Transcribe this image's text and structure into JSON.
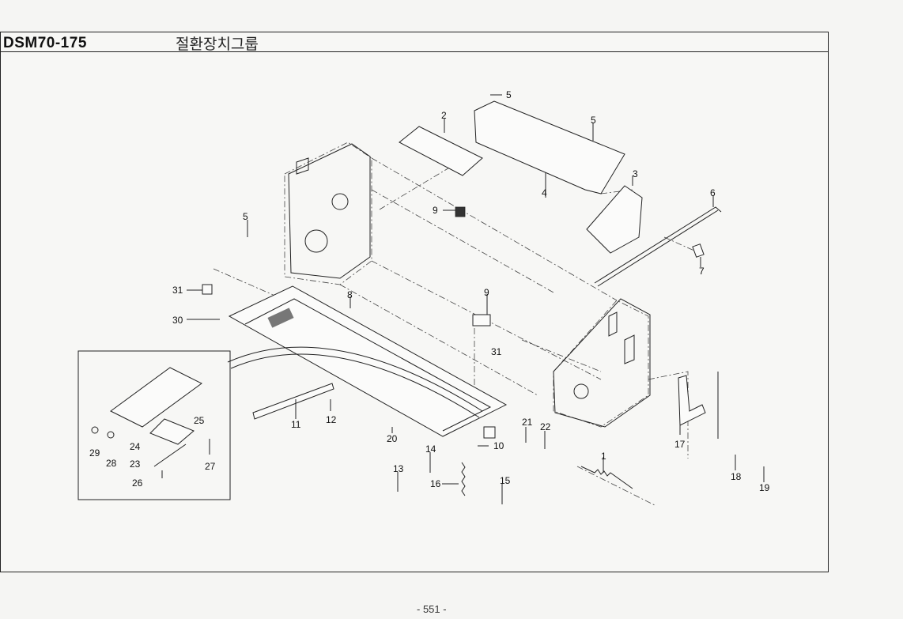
{
  "header": {
    "model_code": "DSM70-175",
    "group_title": "절환장치그룹"
  },
  "callouts": [
    "1",
    "2",
    "3",
    "4",
    "5",
    "5",
    "5",
    "6",
    "7",
    "8",
    "9",
    "9",
    "10",
    "11",
    "12",
    "13",
    "14",
    "15",
    "16",
    "17",
    "18",
    "19",
    "20",
    "21",
    "22",
    "23",
    "24",
    "25",
    "26",
    "27",
    "28",
    "29",
    "30",
    "31",
    "31"
  ],
  "footer": {
    "page_number": "- 551 -"
  }
}
